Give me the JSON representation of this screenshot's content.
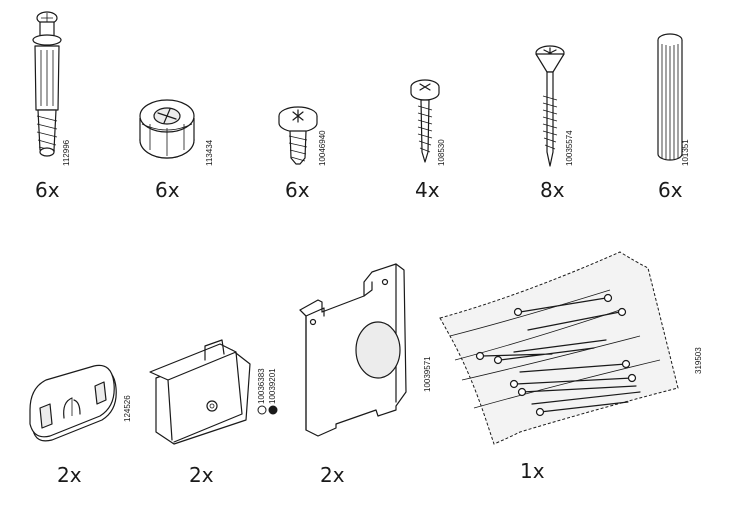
{
  "parts": [
    {
      "id": "cam-bolt",
      "code": "112996",
      "qty": "6x"
    },
    {
      "id": "cam-lock",
      "code": "113434",
      "qty": "6x"
    },
    {
      "id": "screw-flat-head",
      "code": "10046940",
      "qty": "6x"
    },
    {
      "id": "screw-pan-head",
      "code": "108530",
      "qty": "4x"
    },
    {
      "id": "screw-countersunk",
      "code": "10035574",
      "qty": "8x"
    },
    {
      "id": "wood-dowel",
      "code": "101351",
      "qty": "6x"
    },
    {
      "id": "connector-clip",
      "code": "124526",
      "qty": "2x"
    },
    {
      "id": "bracket-cap",
      "code": "",
      "qty": "2x",
      "variants": [
        {
          "code": "10036383",
          "marker": "open-circle"
        },
        {
          "code": "10039201",
          "marker": "filled-circle"
        }
      ]
    },
    {
      "id": "mounting-plate",
      "code": "10039571",
      "qty": "2x"
    },
    {
      "id": "nail-bag",
      "code": "319503",
      "qty": "1x"
    }
  ]
}
